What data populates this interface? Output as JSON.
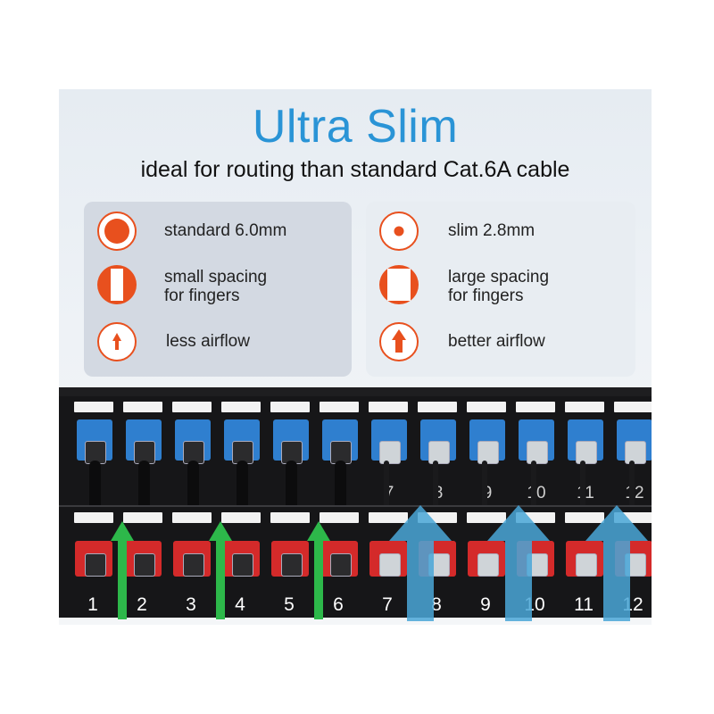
{
  "header": {
    "title": "Ultra Slim",
    "subtitle": "ideal for routing than standard Cat.6A cable"
  },
  "left_panel": {
    "items": [
      {
        "icon": "large-dot-circle-icon",
        "text": "standard 6.0mm"
      },
      {
        "icon": "small-spacing-icon",
        "text": "small spacing\nfor fingers"
      },
      {
        "icon": "small-up-arrow-icon",
        "text": "less airflow"
      }
    ]
  },
  "right_panel": {
    "items": [
      {
        "icon": "small-dot-circle-icon",
        "text": "slim 2.8mm"
      },
      {
        "icon": "large-spacing-icon",
        "text": "large spacing\nfor fingers"
      },
      {
        "icon": "large-up-arrow-icon",
        "text": "better airflow"
      }
    ]
  },
  "port_numbers": [
    "1",
    "2",
    "3",
    "4",
    "5",
    "6",
    "7",
    "8",
    "9",
    "10",
    "11",
    "12"
  ],
  "colors": {
    "title_blue": "#2a94d6",
    "icon_orange": "#e8501e",
    "green_arrow": "#2db84a",
    "blue_arrow": "#4aa7d8",
    "top_jack": "#2f7fcf",
    "bottom_jack": "#d42a2a"
  }
}
